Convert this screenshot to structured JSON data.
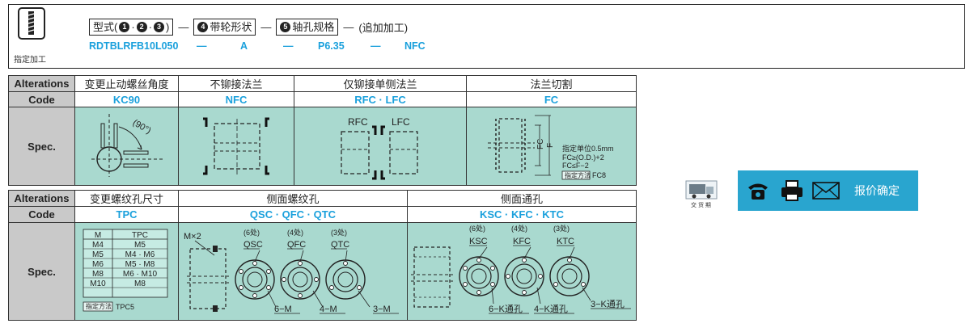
{
  "header": {
    "addon_caption": "指定加工",
    "model_label": "型式(",
    "model_nums": [
      "1",
      "2",
      "3"
    ],
    "model_close": ")",
    "wheel_num": "4",
    "wheel_label": "带轮形状",
    "hole_num": "5",
    "hole_label": "轴孔规格",
    "extra_label": "(追加加工)",
    "dash": "—",
    "values": {
      "model": "RDTBLRFB10L050",
      "shape": "A",
      "hole": "P6.35",
      "extra": "NFC"
    }
  },
  "table1": {
    "row_labels": {
      "alterations": "Alterations",
      "code": "Code",
      "spec": "Spec."
    },
    "columns": [
      {
        "title": "变更止动螺丝角度",
        "code": "KC90"
      },
      {
        "title": "不铆接法兰",
        "code": "NFC"
      },
      {
        "title": "仅铆接单侧法兰",
        "code": "RFC · LFC"
      },
      {
        "title": "法兰切割",
        "code": "FC"
      }
    ],
    "kc90_angle": "(90°)",
    "rfc_label": "RFC",
    "lfc_label": "LFC",
    "fc_dim_fc": "FC",
    "fc_dim_f": "F",
    "fc_note_1": "指定单位0.5mm",
    "fc_note_2": "FC≥(O.D.)+2",
    "fc_note_3": "FC≤F−2",
    "fc_spec_tag": "指定方法",
    "fc_spec_code": "FC8"
  },
  "table2": {
    "columns": [
      {
        "title": "变更螺纹孔尺寸",
        "code": "TPC"
      },
      {
        "title": "侧面螺纹孔",
        "code": "QSC · QFC · QTC"
      },
      {
        "title": "侧面通孔",
        "code": "KSC · KFC · KTC"
      }
    ],
    "tpc_table": {
      "headers": [
        "M",
        "TPC"
      ],
      "rows": [
        [
          "M4",
          "M5"
        ],
        [
          "M5",
          "M4 · M6"
        ],
        [
          "M6",
          "M5 · M8"
        ],
        [
          "M8",
          "M6 · M10"
        ],
        [
          "M10",
          "M8"
        ]
      ]
    },
    "tpc_spec_tag": "指定方法",
    "tpc_spec_code": "TPC5",
    "side_tap": {
      "mx2": "M×2",
      "counts": [
        "(6处)",
        "(4处)",
        "(3处)"
      ],
      "codes": [
        "QSC",
        "QFC",
        "QTC"
      ],
      "callouts": [
        "6−M",
        "4−M",
        "3−M"
      ]
    },
    "side_through": {
      "counts": [
        "(6处)",
        "(4处)",
        "(3处)"
      ],
      "codes": [
        "KSC",
        "KFC",
        "KTC"
      ],
      "callouts": [
        "6−K通孔",
        "4−K通孔",
        "3−K通孔"
      ]
    }
  },
  "toolbar": {
    "truck_icon": "delivery-truck-icon",
    "truck_caption": "交 货 期",
    "phone_icon": "telephone-icon",
    "fax_icon": "printer-fax-icon",
    "mail_icon": "envelope-mail-icon",
    "quote_label": "报价确定",
    "bar_color": "#29a5cf"
  }
}
